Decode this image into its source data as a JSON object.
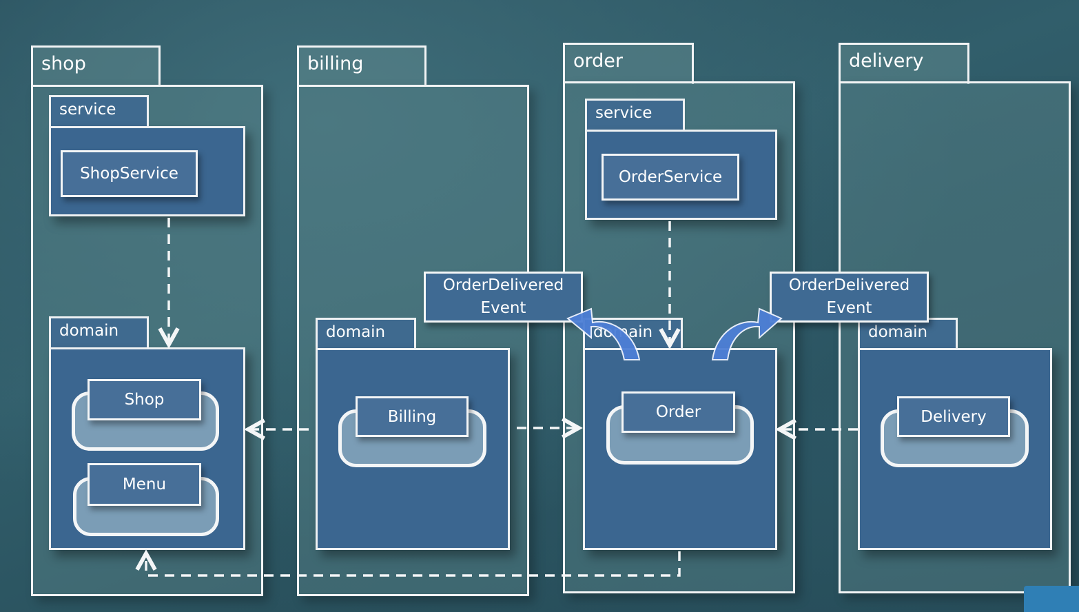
{
  "packages": {
    "shop": {
      "label": "shop",
      "service": {
        "label": "service",
        "class": "ShopService"
      },
      "domain": {
        "label": "domain",
        "classes": [
          "Shop",
          "Menu"
        ]
      }
    },
    "billing": {
      "label": "billing",
      "domain": {
        "label": "domain",
        "classes": [
          "Billing"
        ]
      }
    },
    "order": {
      "label": "order",
      "service": {
        "label": "service",
        "class": "OrderService"
      },
      "domain": {
        "label": "domain",
        "classes": [
          "Order"
        ]
      }
    },
    "delivery": {
      "label": "delivery",
      "domain": {
        "label": "domain",
        "classes": [
          "Delivery"
        ]
      }
    }
  },
  "events": [
    {
      "line1": "OrderDelivered",
      "line2": "Event"
    },
    {
      "line1": "OrderDelivered",
      "line2": "Event"
    }
  ],
  "colors": {
    "background": "#2b5563",
    "package_fill": "#5c878c",
    "subpackage_fill": "#3b6690",
    "class_fill": "#476f98",
    "aggregate_fill": "#7b9db6",
    "line": "#f4f6f7",
    "event_arrow": "#4d7fd6"
  }
}
